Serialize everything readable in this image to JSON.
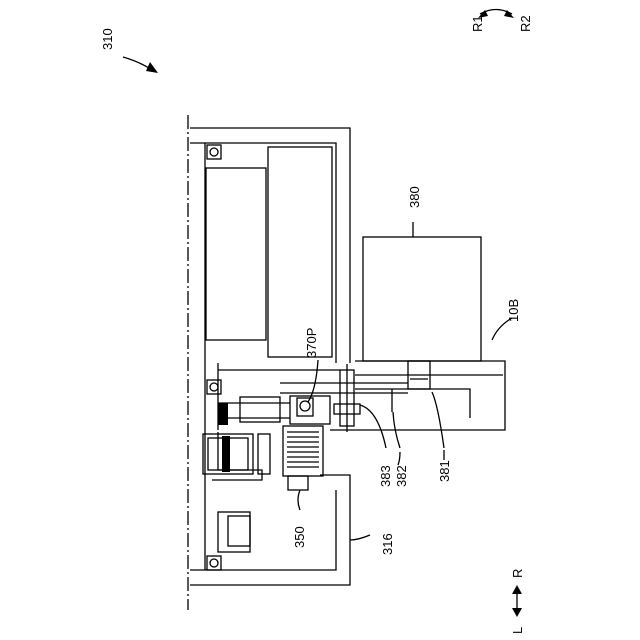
{
  "labels": {
    "fig_ref": "310",
    "motor": "380",
    "base": "10B",
    "pin": "370P",
    "spring_unit": "350",
    "housing": "316",
    "part_383": "383",
    "part_382": "382",
    "part_381": "381"
  },
  "direction": {
    "r1": "R1",
    "r2": "R2",
    "right": "R",
    "left": "L"
  }
}
